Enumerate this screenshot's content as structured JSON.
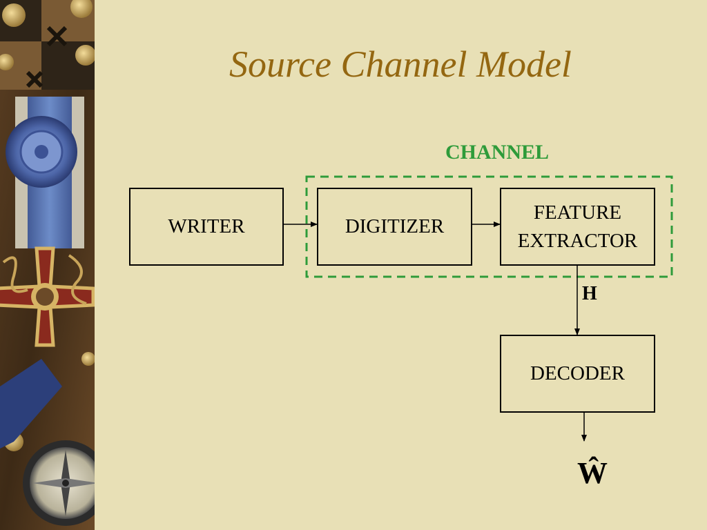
{
  "slide": {
    "title": "Source Channel Model"
  },
  "diagram": {
    "channel_label": "CHANNEL",
    "writer_label": "WRITER",
    "digitizer_label": "DIGITIZER",
    "feature_extractor_label": "FEATURE\nEXTRACTOR",
    "decoder_label": "DECODER",
    "h_label": "H",
    "output_label": "Ŵ"
  },
  "colors": {
    "background": "#e8e0b6",
    "title": "#946711",
    "channel": "#2e9b3a",
    "box_border": "#000000"
  },
  "icons": {
    "decor_strip": "medal-compass-collage"
  }
}
